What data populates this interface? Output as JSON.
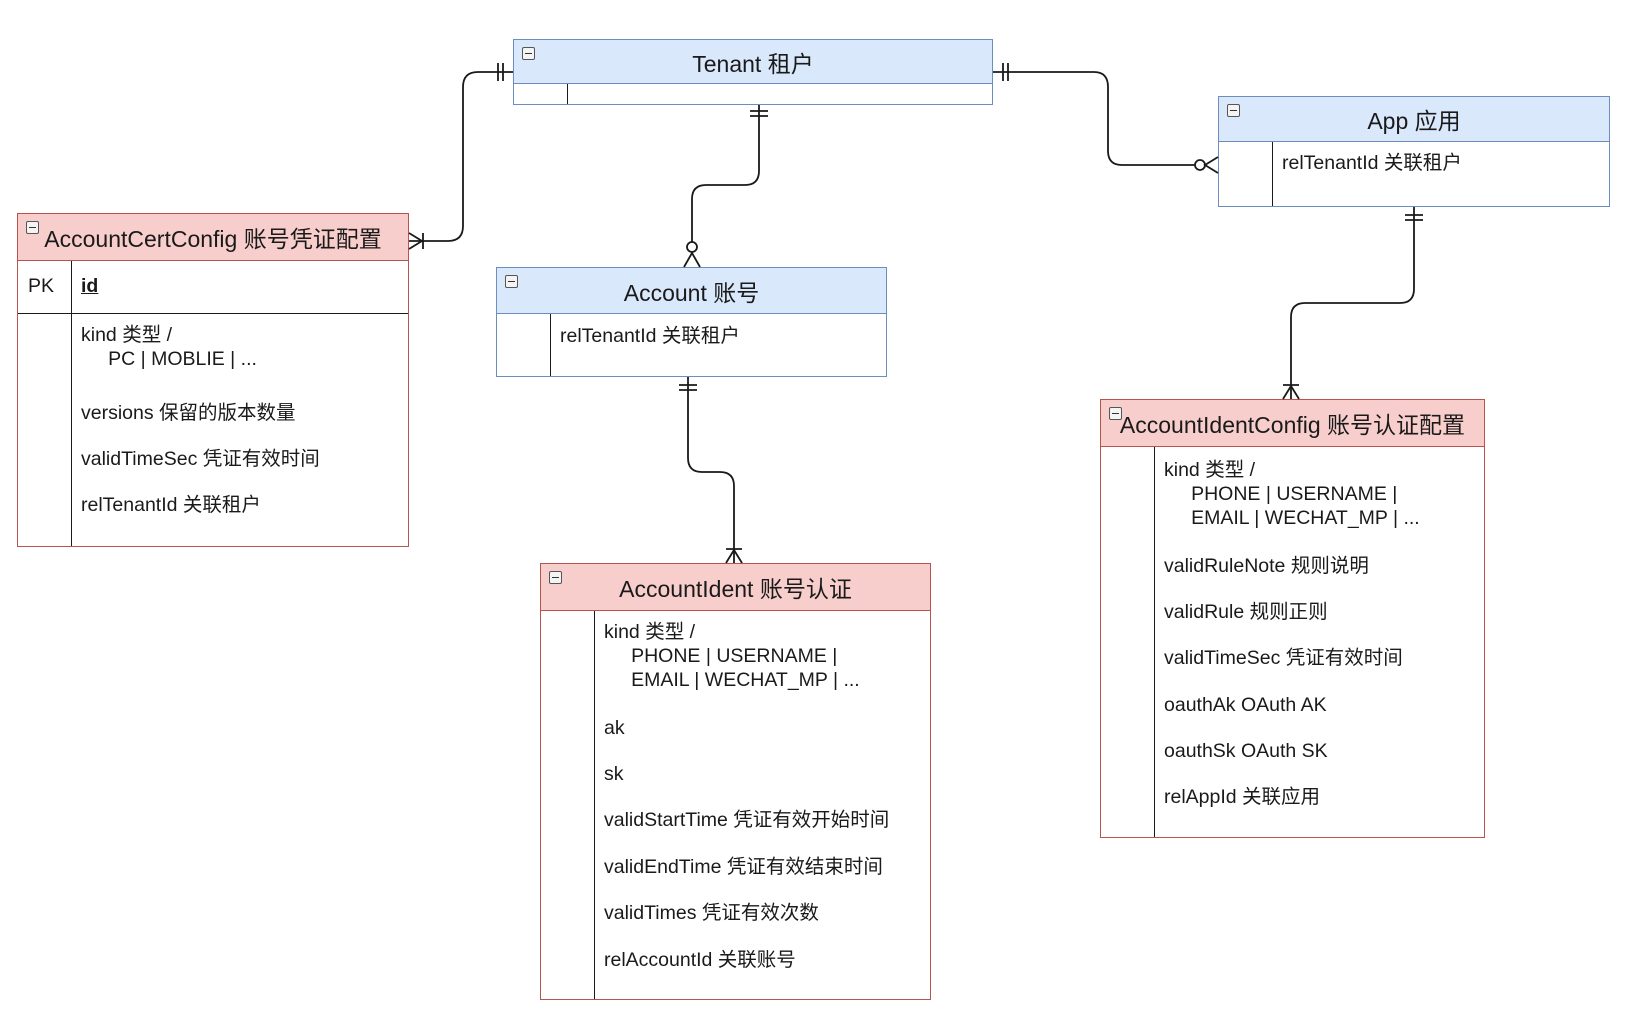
{
  "entities": {
    "tenant": {
      "title": "Tenant 租户",
      "fields": []
    },
    "app": {
      "title": "App 应用",
      "fields": [
        "relTenantId 关联租户"
      ]
    },
    "account_cert_config": {
      "title": "AccountCertConfig 账号凭证配置",
      "pk_label": "PK",
      "pk_field": "id",
      "fields": [
        "kind 类型 /\n     PC | MOBLIE | ...",
        "versions 保留的版本数量",
        "validTimeSec 凭证有效时间",
        "relTenantId 关联租户"
      ]
    },
    "account": {
      "title": "Account 账号",
      "fields": [
        "relTenantId 关联租户"
      ]
    },
    "account_ident_config": {
      "title": "AccountIdentConfig 账号认证配置",
      "fields": [
        "kind 类型 /\n     PHONE | USERNAME |\n     EMAIL | WECHAT_MP | ...",
        "validRuleNote 规则说明",
        "validRule 规则正则",
        "validTimeSec 凭证有效时间",
        "oauthAk OAuth AK",
        "oauthSk OAuth SK",
        "relAppId 关联应用"
      ]
    },
    "account_ident": {
      "title": "AccountIdent 账号认证",
      "fields": [
        "kind 类型 /\n     PHONE | USERNAME |\n     EMAIL | WECHAT_MP | ...",
        "ak",
        "sk",
        "validStartTime 凭证有效开始时间",
        "validEndTime 凭证有效结束时间",
        "validTimes 凭证有效次数",
        "relAccountId 关联账号"
      ]
    }
  },
  "colors": {
    "blue_fill": "#dae8fc",
    "blue_stroke": "#6c8ebf",
    "red_fill": "#f8cecc",
    "red_stroke": "#b85450",
    "line": "#1a1a1a"
  },
  "relationships": [
    {
      "from": "Tenant 租户",
      "to": "AccountCertConfig 账号凭证配置",
      "from_end": "one-mandatory",
      "to_end": "many"
    },
    {
      "from": "Tenant 租户",
      "to": "App 应用",
      "from_end": "one-mandatory",
      "to_end": "zero-or-many"
    },
    {
      "from": "Tenant 租户",
      "to": "Account 账号",
      "from_end": "one-mandatory",
      "to_end": "zero-or-many"
    },
    {
      "from": "Account 账号",
      "to": "AccountIdent 账号认证",
      "from_end": "one-mandatory",
      "to_end": "many"
    },
    {
      "from": "App 应用",
      "to": "AccountIdentConfig 账号认证配置",
      "from_end": "one-mandatory",
      "to_end": "many"
    }
  ]
}
